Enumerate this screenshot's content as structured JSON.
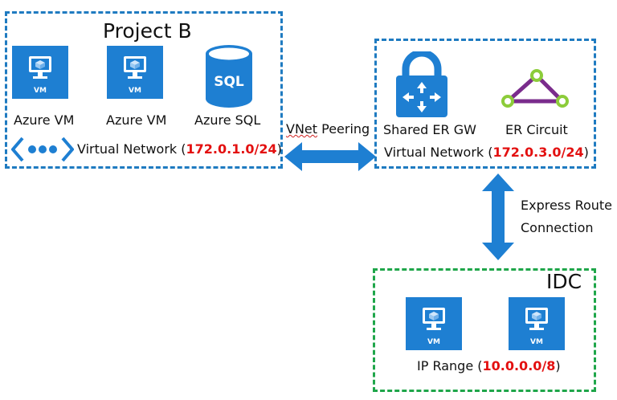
{
  "projectB": {
    "title": "Project B",
    "vm1_label": "Azure VM",
    "vm2_label": "Azure VM",
    "sql_label": "Azure SQL",
    "sql_icon_text": "SQL",
    "vnet_prefix": "Virtual Network (",
    "vnet_range": "172.0.1.0/24",
    "vnet_suffix": ")"
  },
  "vm_icon_text": "VM",
  "peering_label_a": "VNet",
  "peering_label_b": " Peering",
  "shared": {
    "gw_label": "Shared ER GW",
    "circuit_label": "ER Circuit",
    "vnet_prefix": "Virtual Network (",
    "vnet_range": "172.0.3.0/24",
    "vnet_suffix": ")"
  },
  "expressroute": {
    "line1": "Express Route",
    "line2": "Connection"
  },
  "idc": {
    "title": "IDC",
    "ip_prefix": "IP Range (",
    "ip_range": "10.0.0.0/8",
    "ip_suffix": ")"
  },
  "colors": {
    "azure_blue": "#1e7fd2",
    "dash_blue": "#1f7bc1",
    "dash_green": "#1fa64a",
    "range_red": "#e31010",
    "circuit_purple": "#7a2c8c",
    "circuit_green": "#8ccc3a"
  }
}
